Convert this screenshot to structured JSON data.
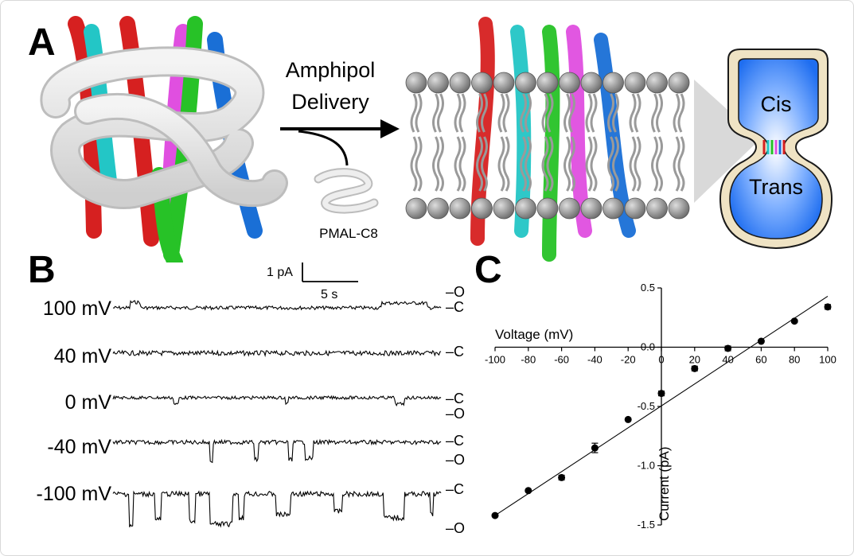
{
  "panels": {
    "a": "A",
    "b": "B",
    "c": "C"
  },
  "panel_a": {
    "arrow_label_1": "Amphipol",
    "arrow_label_2": "Delivery",
    "amphipol_label": "PMAL-C8",
    "cis_label": "Cis",
    "trans_label": "Trans",
    "helix_colors": [
      "#d62020",
      "#23c6c6",
      "#e04fe0",
      "#27c227",
      "#1a6fd6"
    ],
    "chamber_color": "#2a78f0",
    "wall_color": "#efe3c4",
    "lipid_head_color": "#8c8c8c"
  },
  "panel_b": {
    "scale_current": "1 pA",
    "scale_time": "5 s",
    "traces": [
      {
        "voltage": "100 mV",
        "state_top": "O",
        "state_bottom": "C"
      },
      {
        "voltage": "40 mV",
        "state_top": "C",
        "state_bottom": ""
      },
      {
        "voltage": "0 mV",
        "state_top": "C",
        "state_bottom": "O"
      },
      {
        "voltage": "-40 mV",
        "state_top": "C",
        "state_bottom": "O"
      },
      {
        "voltage": "-100 mV",
        "state_top": "C",
        "state_bottom": "O"
      }
    ]
  },
  "chart_data": {
    "type": "scatter",
    "title": "",
    "xlabel": "Voltage (mV)",
    "ylabel": "Current (pA)",
    "xlim": [
      -100,
      100
    ],
    "ylim": [
      -1.5,
      0.5
    ],
    "x_ticks": [
      "-100",
      "-80",
      "-60",
      "-40",
      "-20",
      "0",
      "20",
      "40",
      "60",
      "80",
      "100"
    ],
    "y_ticks": [
      "0.5",
      "0.0",
      "-0.5",
      "-1.0",
      "-1.5"
    ],
    "grid": false,
    "series": [
      {
        "x": [
          -100,
          -80,
          -60,
          -40,
          -20,
          0,
          20,
          40,
          60,
          80,
          100
        ],
        "y": [
          -1.42,
          -1.21,
          -1.1,
          -0.85,
          -0.61,
          -0.39,
          -0.18,
          -0.01,
          0.05,
          0.22,
          0.34
        ],
        "err": [
          0.01,
          0.01,
          0.02,
          0.04,
          0.01,
          0.02,
          0.02,
          0.02,
          0.01,
          0.01,
          0.02
        ]
      }
    ],
    "fit_line": {
      "x": [
        -100,
        100
      ],
      "y": [
        -1.42,
        0.43
      ]
    }
  }
}
